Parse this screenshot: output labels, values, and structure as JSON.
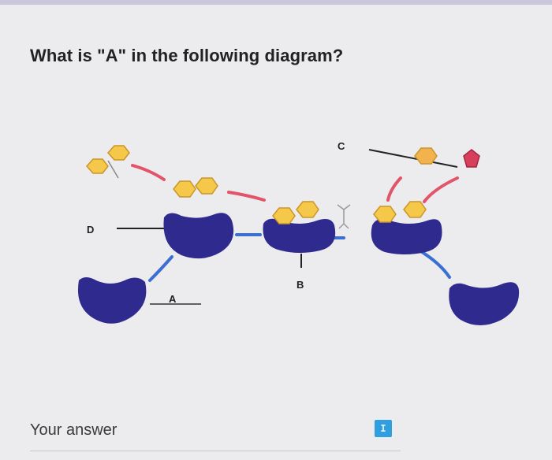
{
  "question": {
    "text": "What is \"A\" in the following diagram?"
  },
  "diagram": {
    "labels": {
      "a": "A",
      "b": "B",
      "c": "C",
      "d": "D"
    }
  },
  "answer": {
    "label": "Your answer"
  },
  "colors": {
    "enzyme": "#2e2a8e",
    "hexagon": "#f5c84a",
    "pentagon": "#d6405c",
    "red_link": "#e2546a",
    "blue_link": "#3b6fd1"
  }
}
